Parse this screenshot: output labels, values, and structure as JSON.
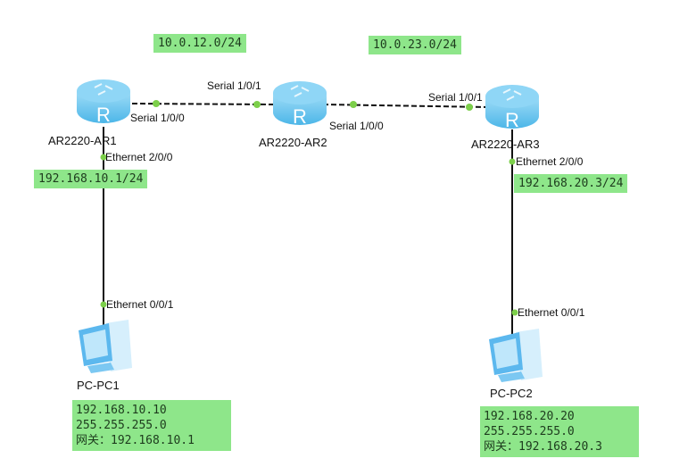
{
  "colors": {
    "note_bg": "#8ee68a",
    "port_dot": "#7ccf4a",
    "router_fill": "#5cc4ee",
    "pc_fill": "#5cb8ee"
  },
  "networks": {
    "net12": "10.0.12.0/24",
    "net23": "10.0.23.0/24"
  },
  "devices": {
    "ar1": {
      "name": "AR2220-AR1",
      "icon": "router-icon"
    },
    "ar2": {
      "name": "AR2220-AR2",
      "icon": "router-icon"
    },
    "ar3": {
      "name": "AR2220-AR3",
      "icon": "router-icon"
    },
    "pc1": {
      "name": "PC-PC1",
      "icon": "pc-icon"
    },
    "pc2": {
      "name": "PC-PC2",
      "icon": "pc-icon"
    }
  },
  "ports": {
    "ar1_s100": "Serial 1/0/0",
    "ar1_e200": "Ethernet 2/0/0",
    "ar2_s101": "Serial 1/0/1",
    "ar2_s100": "Serial 1/0/0",
    "ar3_s101": "Serial 1/0/1",
    "ar3_e200": "Ethernet 2/0/0",
    "pc1_e001": "Ethernet 0/0/1",
    "pc2_e001": "Ethernet 0/0/1"
  },
  "addresses": {
    "ar1_lan": "192.168.10.1/24",
    "ar3_lan": "192.168.20.3/24",
    "pc1": {
      "ip": "192.168.10.10",
      "mask": "255.255.255.0",
      "gw_label": "网关：",
      "gw": "192.168.10.1"
    },
    "pc2": {
      "ip": "192.168.20.20",
      "mask": "255.255.255.0",
      "gw_label": "网关：",
      "gw": "192.168.20.3"
    }
  }
}
